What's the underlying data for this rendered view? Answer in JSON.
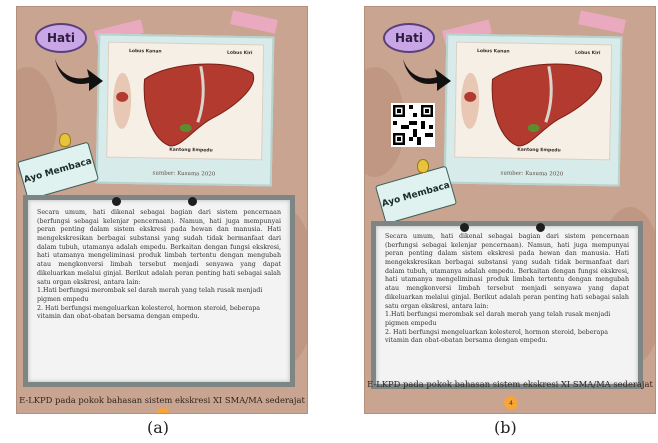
{
  "panels": [
    {
      "id": "a",
      "label": "(a)",
      "bubble": "Hati",
      "labels": {
        "kanan": "Lobus Kanan",
        "kiri": "Lobus Kiri",
        "empedu": "Kantong Empedu"
      },
      "caption": "sumber: Kusuma 2020",
      "note": "Ayo Membaca",
      "paragraph": "Secara umum, hati dikenal sebagai bagian dari sistem pencernaan (berfungsi sebagai kelenjar pencernaan). Namun, hati juga mempunyai peran penting dalam sistem ekskresi pada hewan dan manusia. Hati mengekskresikan berbagai substansi yang sudah tidak bermanfaat dari dalam tubuh, utamanya adalah empedu. Berkaitan dengan fungsi ekskresi, hati utamanya mengeliminasi produk limbah tertentu dengan mengubah atau mengkonversi limbah tersebut menjadi senyawa yang dapat dikeluarkan melalui ginjal. Berikut adalah peran penting hati sebagai salah satu organ ekskresi, antara lain:",
      "item1": "1.Hati berfungsi merombak sel darah merah yang telah rusak menjadi pigmen empedu",
      "item2": "2. Hati berfungsi mengeluarkan kolesterol, hormon steroid, beberapa vitamin dan obat-obatan bersama dengan empedu.",
      "footer": "E-LKPD pada pokok bahasan sistem ekskresi XI SMA/MA sederajat",
      "page_number": ""
    },
    {
      "id": "b",
      "label": "(b)",
      "bubble": "Hati",
      "labels": {
        "kanan": "Lobus Kanan",
        "kiri": "Lobus Kiri",
        "empedu": "Kantong Empedu"
      },
      "caption": "sumber: Kusuma 2020",
      "note": "Ayo Membaca",
      "paragraph": "Secara umum, hati dikenal sebagai bagian dari sistem pencernaan (berfungsi sebagai kelenjar pencernaan). Namun, hati juga mempunyai peran penting dalam sistem ekskresi pada hewan dan manusia. Hati mengekskresikan berbagai substansi yang sudah tidak bermanfaat dari dalam tubuh, utamanya adalah empedu. Berkaitan dengan fungsi ekskresi, hati utamanya mengeliminasi produk limbah tertentu dengan mengubah atau mengkonversi limbah tersebut menjadi senyawa yang dapat dikeluarkan melalui ginjal. Berikut adalah peran penting hati sebagai salah satu organ ekskresi, antara lain:",
      "item1": "1.Hati berfungsi merombak sel darah merah yang telah rusak menjadi pigmen empedu",
      "item2": "2. Hati berfungsi mengeluarkan kolesterol, hormon steroid, beberapa vitamin dan obat-obatan bersama dengan empedu.",
      "footer": "E-LKPD pada pokok bahasan sistem ekskresi XI SMA/MA sederajat",
      "page_number": "4"
    }
  ],
  "colors": {
    "page": "#c9a490",
    "bubble": "#c9a7e6",
    "note": "#dff2ef",
    "board_frame": "#7d8585",
    "liver": "#b33a2e",
    "pagenum": "#f5a53a"
  }
}
